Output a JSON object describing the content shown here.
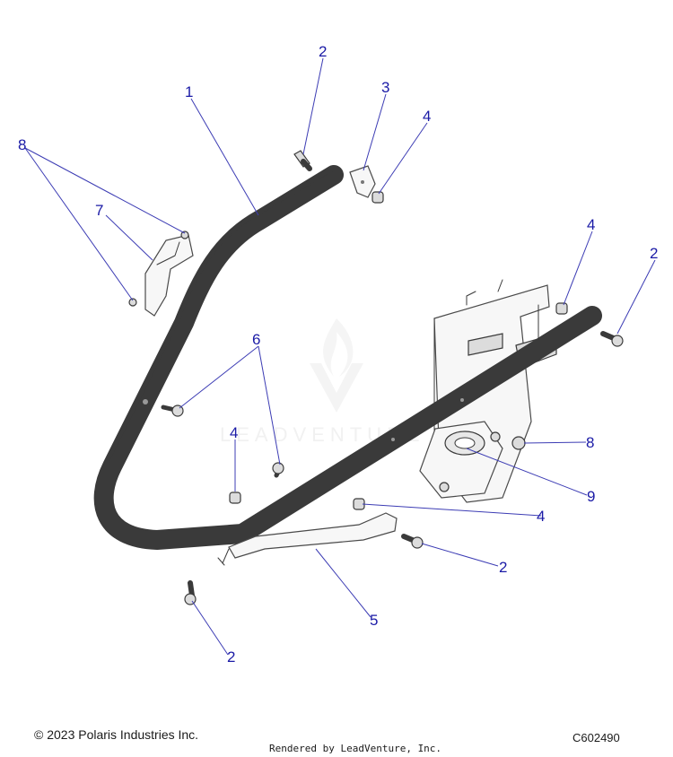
{
  "watermark": {
    "text": "LEADVENTURE"
  },
  "callouts": [
    "1",
    "2",
    "3",
    "4",
    "2",
    "8",
    "7",
    "4",
    "2",
    "6",
    "4",
    "8",
    "9",
    "4",
    "2",
    "5",
    "2"
  ],
  "footer": {
    "copyright": "© 2023 Polaris Industries Inc.",
    "rendered": "Rendered by LeadVenture, Inc.",
    "code": "C602490"
  }
}
